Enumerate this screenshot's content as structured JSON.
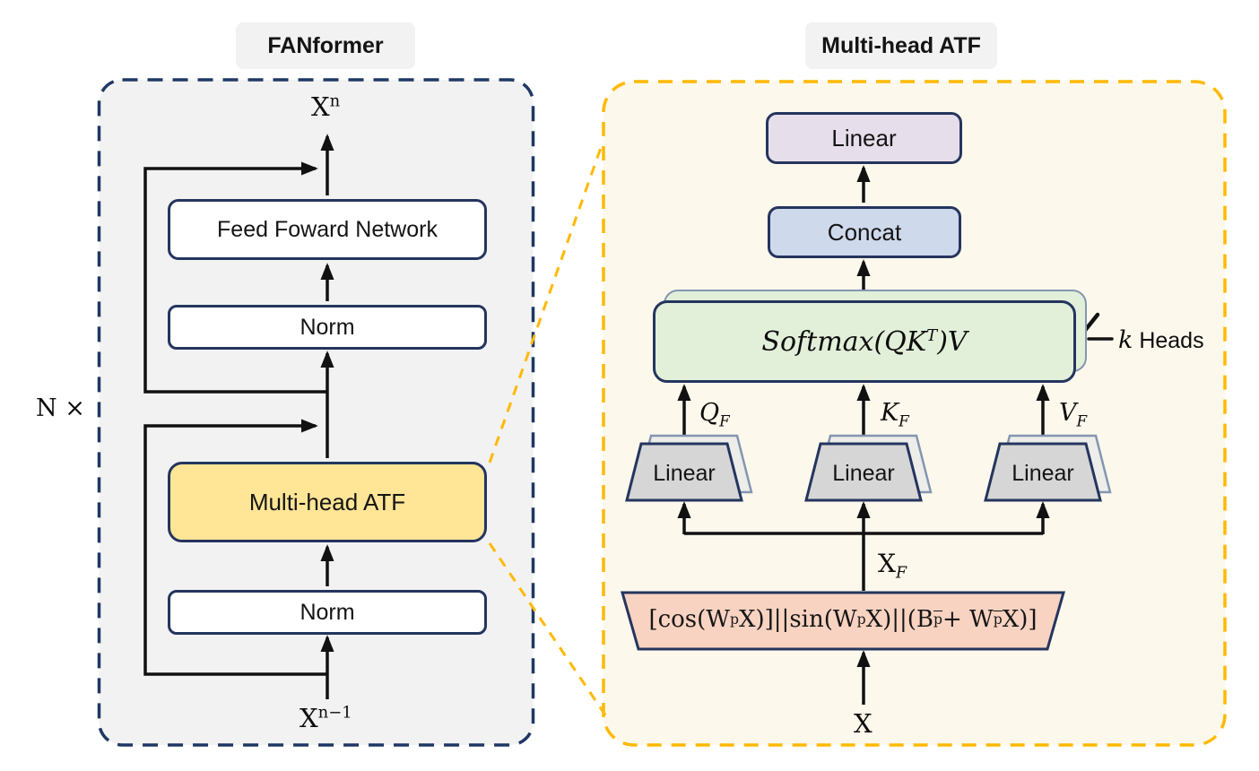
{
  "colors": {
    "navy": "#24355E",
    "panel-navy": "#1F3864",
    "gold": "#FFB900",
    "left-bg": "#F2F2F3",
    "right-bg": "#FDF8EC",
    "title-bg": "#F2F2F2",
    "yellow": "#FFE596",
    "lavender": "#E7DEEC",
    "blue": "#CFD9EC",
    "green": "#E2EFD9",
    "back-border": "#8496B0",
    "gray": "#D6D6D6",
    "gray-back": "#EDEDEA",
    "salmon": "#F8D3C1",
    "white": "#FFFFFF",
    "ink": "#111111"
  },
  "left": {
    "title": "FANformer",
    "repeat_label": "N ×",
    "output_label": {
      "main": "X",
      "sup": "n"
    },
    "input_label": {
      "main": "X",
      "sup": "n−1"
    },
    "ffn_box": "Feed Foward Network",
    "norm_top_box": "Norm",
    "atf_box": "Multi-head ATF",
    "norm_bottom_box": "Norm"
  },
  "right": {
    "title": "Multi-head ATF",
    "linear_output_box": "Linear",
    "concat_box": "Concat",
    "softmax": {
      "pre": "Softmax(QK",
      "sup": "T",
      "post": ")V"
    },
    "heads_label": {
      "k": "k",
      "rest": " Heads"
    },
    "proj_labels": [
      {
        "main": "Q",
        "sub": "F"
      },
      {
        "main": "K",
        "sub": "F"
      },
      {
        "main": "V",
        "sub": "F"
      }
    ],
    "proj_boxes": [
      "Linear",
      "Linear",
      "Linear"
    ],
    "xf_label": {
      "main": "X",
      "sub": "F"
    },
    "formula_segments": [
      {
        "t": "[cos(W"
      },
      {
        "t": "p",
        "sub": true
      },
      {
        "t": "X)]||sin(W"
      },
      {
        "t": "p",
        "sub": true
      },
      {
        "t": "X)||(B"
      },
      {
        "t": "p",
        "sub": true,
        "bar": true
      },
      {
        "t": " + W"
      },
      {
        "t": "p",
        "sub": true,
        "bar": true
      },
      {
        "t": "X)]"
      }
    ],
    "input_label": "X"
  }
}
